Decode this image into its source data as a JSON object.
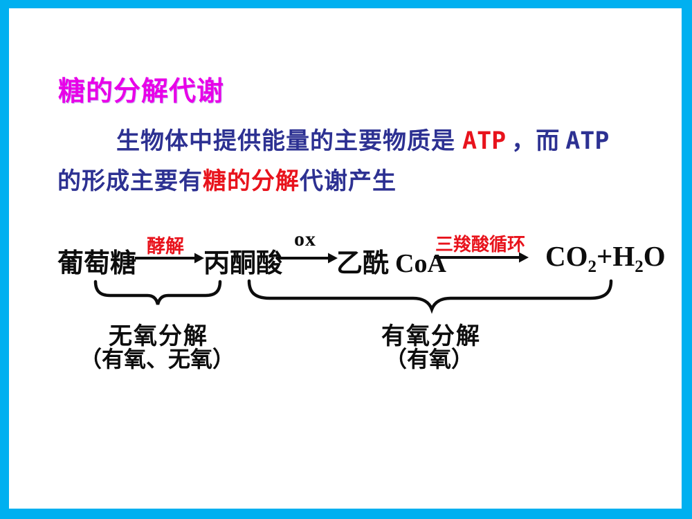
{
  "slide": {
    "title": "糖的分解代谢",
    "intro": {
      "l1_blue1": "生物体中提供能量的主要物质是",
      "l1_red": "ATP",
      "l1_blue2": "，而",
      "l1_blue3": "ATP",
      "l2_blue1": "的形成主要有",
      "l2_red": "糖的分解",
      "l2_blue2": "代谢产生"
    },
    "pathway": {
      "glucose": "葡萄糖",
      "glycolysis_label": "酵解",
      "pyruvate": "丙酮酸",
      "oxidation_label": "ox",
      "acetyl_zh": "乙酰",
      "acetyl_en": "CoA",
      "tca_label": "三羧酸循环",
      "product_co": "CO",
      "product_sub1": "2",
      "product_plus_h": "+H",
      "product_sub2": "2",
      "product_o": "O"
    },
    "groups": {
      "anaerobic": "无氧分解",
      "anaerobic_note": "（有氧、无氧）",
      "aerobic": "有氧分解",
      "aerobic_note": "（有氧）"
    }
  },
  "colors": {
    "border": "#00b0f0",
    "title": "#e800e8",
    "body_blue": "#2d3192",
    "accent_red": "#e8131c",
    "ink": "#0d0d0d"
  }
}
